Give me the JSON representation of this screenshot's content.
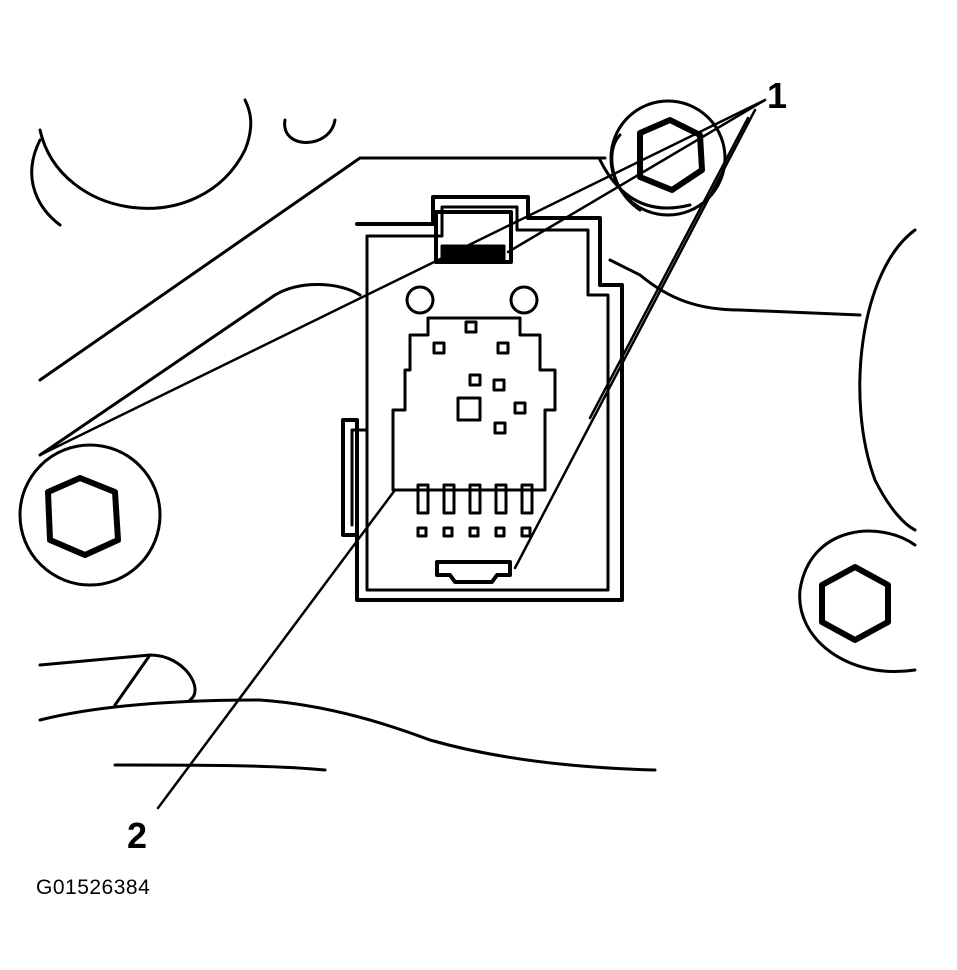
{
  "callouts": [
    {
      "label": "1"
    },
    {
      "label": "2"
    }
  ],
  "figure_id": "G01526384",
  "colors": {
    "ink": "#000000",
    "paper": "#ffffff"
  }
}
